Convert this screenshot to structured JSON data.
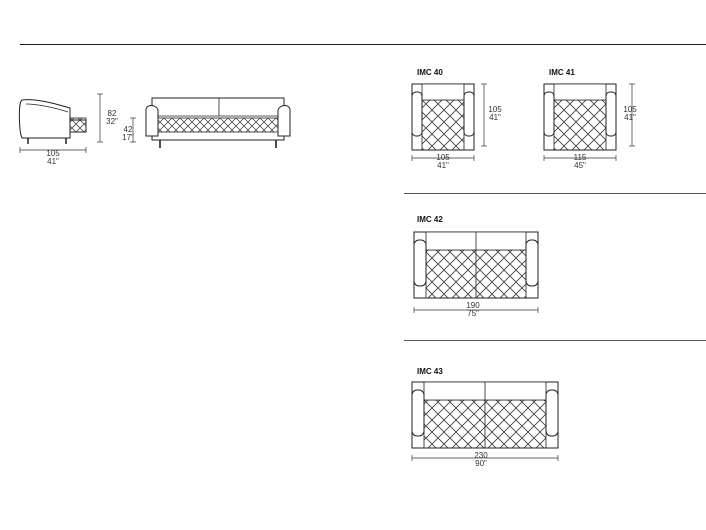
{
  "overview": {
    "depth_cm": "105",
    "depth_in": "41\"",
    "height_cm": "82",
    "height_in": "32\"",
    "seat_cm": "42",
    "seat_in": "17\""
  },
  "models": [
    {
      "code": "IMC 40",
      "width_cm": "105",
      "width_in": "41\"",
      "depth_cm": "105",
      "depth_in": "41\""
    },
    {
      "code": "IMC 41",
      "width_cm": "115",
      "width_in": "45\"",
      "depth_cm": "105",
      "depth_in": "41\""
    },
    {
      "code": "IMC 42",
      "width_cm": "190",
      "width_in": "75\""
    },
    {
      "code": "IMC 43",
      "width_cm": "230",
      "width_in": "90\""
    }
  ]
}
